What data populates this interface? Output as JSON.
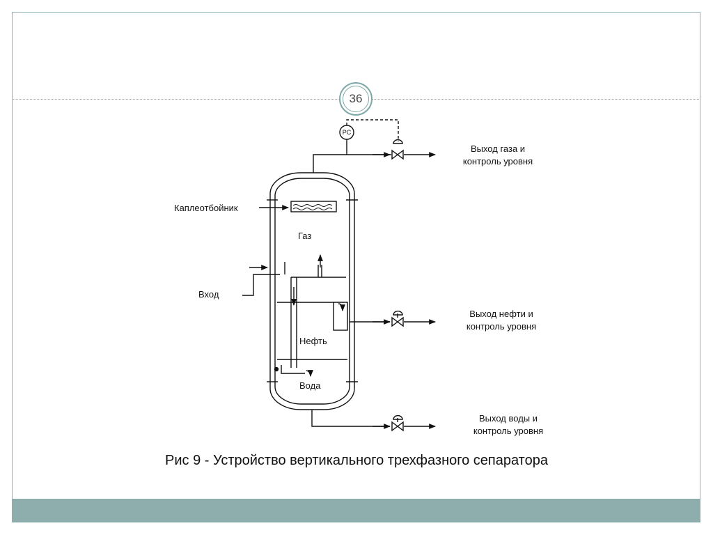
{
  "slide": {
    "page_number": "36",
    "caption": "Рис 9 - Устройство вертикального трехфазного сепаратора"
  },
  "diagram": {
    "controller_label": "PC",
    "mist_extractor": "Каплеотбойник",
    "inlet": "Вход",
    "gas_zone": "Газ",
    "oil_zone": "Нефть",
    "water_zone": "Вода",
    "gas_outlet_line1": "Выход газа и",
    "gas_outlet_line2": "контроль уровня",
    "oil_outlet_line1": "Выход нефти и",
    "oil_outlet_line2": "контроль уровня",
    "water_outlet_line1": "Выход воды и",
    "water_outlet_line2": "контроль уровня"
  },
  "colors": {
    "frame": "#8fb3b3",
    "footer": "#8eaeae",
    "line": "#111111"
  }
}
